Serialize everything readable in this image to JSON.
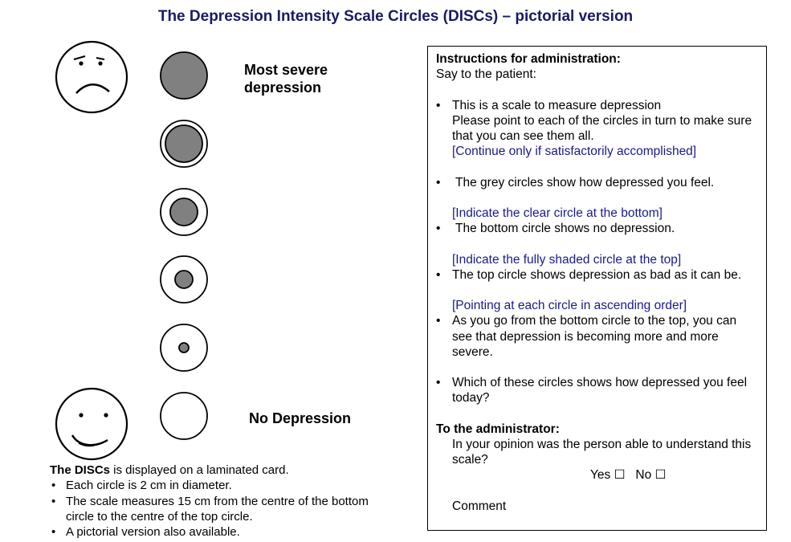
{
  "title": "The Depression Intensity Scale Circles (DISCs) – pictorial version",
  "labels": {
    "top": [
      "Most severe",
      "depression"
    ],
    "bottom": "No Depression"
  },
  "notes": {
    "lead_bold": "The DISCs",
    "lead_rest": " is displayed on a laminated card.",
    "bullets": [
      "Each circle is 2 cm in diameter.",
      "The scale measures 15 cm from the centre of the bottom circle to the centre of the top circle.",
      "A pictorial version also available."
    ]
  },
  "instructions": {
    "heading": "Instructions for administration:",
    "say": "Say to the patient:",
    "b1_line1": "This is a scale to measure depression",
    "b1_line2": "Please point to each of the circles in turn to make sure that you can see them all.",
    "b1_note": "[Continue only if satisfactorily accomplished]",
    "b2": " The grey circles show how depressed you feel.",
    "b3_note": "[Indicate the clear circle at the bottom]",
    "b3": " The bottom circle shows no depression.",
    "b4_note": "[Indicate the fully shaded circle at the top]",
    "b4": "The top circle shows depression as bad as it can be.",
    "b5_note": "[Pointing at each circle in ascending order]",
    "b5": "As you go from the bottom circle to the top, you can see that depression is becoming more and more severe.",
    "b6": "Which of these circles shows how depressed you feel today?",
    "admin_heading": "To the administrator:",
    "admin_q": "In your opinion was the person able to understand this scale?",
    "yes": "Yes ☐",
    "no": "No ☐",
    "comment": "Comment"
  },
  "colors": {
    "title": "#1a1a66",
    "note_blue": "#1a1a8c",
    "circle_fill": "#808080"
  },
  "scale": {
    "inner_fill_fraction_top_to_bottom": [
      1.0,
      0.8,
      0.6,
      0.33,
      0.2,
      0.0
    ]
  }
}
